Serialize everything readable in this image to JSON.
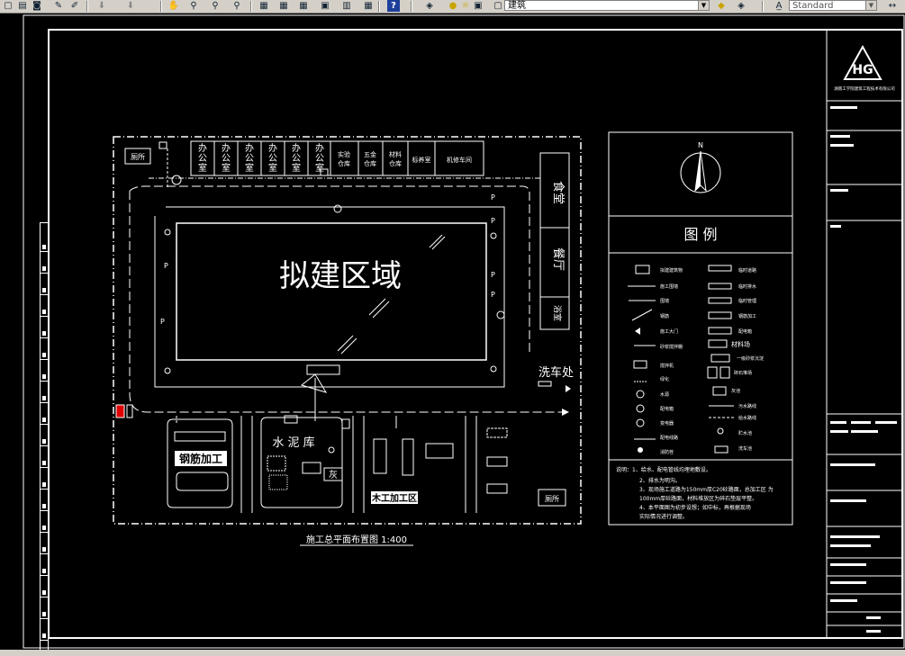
{
  "toolbar": {
    "layer_combo": "建筑",
    "style_combo": "Standard"
  },
  "site": {
    "offices": [
      "办公室",
      "办公室",
      "办公室",
      "办公室",
      "办公室",
      "办公室"
    ],
    "rooms": [
      "实验仓库",
      "五金仓库",
      "材料仓库",
      "标养室",
      "机修车间"
    ],
    "toilet_top": "厕所",
    "toilet_bottom": "厕所",
    "canteen": "食堂",
    "hall": "餐厅",
    "bath": "浴室",
    "main_area": "拟建区域",
    "car_wash": "洗车处",
    "rebar": "钢筋加工",
    "cement": "水 泥 库",
    "lime": "灰",
    "wood": "木工加工区",
    "drawing_title": "施工总平面布置图  1:400"
  },
  "legend": {
    "north": "N",
    "title": "图  例",
    "rows": [
      [
        "拟建建筑物",
        "临时道路"
      ],
      [
        "施工围墙",
        "临时排水"
      ],
      [
        "围墙",
        "临时管理"
      ],
      [
        "钢筋",
        "钢筋加工"
      ],
      [
        "施工大门",
        "配电箱"
      ],
      [
        "砂浆搅拌棚",
        "材料场"
      ],
      [
        "搅拌机",
        "一级砂浆沉淀"
      ],
      [
        "绿化",
        "砖石堆场"
      ],
      [
        "水源",
        "灰池"
      ],
      [
        "配电箱",
        "污水路线"
      ],
      [
        "变电器",
        "给水路线"
      ],
      [
        "配电线路",
        "贮水池"
      ],
      [
        "消防栓",
        "洗车池"
      ]
    ],
    "notes": [
      "说明：1、给水、配电管线均埋地敷设。",
      "2、排水为明沟。",
      "3、现场施工道路为150mm厚C20砼路面，总加工区  为",
      "100mm厚砼路面，材料堆放区为碎石垫层平整。",
      "4、本平面图为初步设想；如中标，再根据现场",
      "实际情况进行调整。"
    ]
  },
  "title_block": {
    "logo_text": "湖南工学院建筑工程技术有限公司"
  }
}
